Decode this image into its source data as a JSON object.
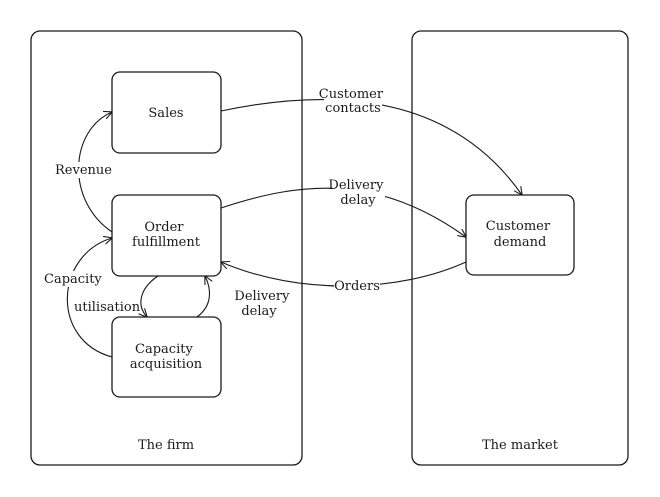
{
  "regions": {
    "firm": {
      "label": "The firm"
    },
    "market": {
      "label": "The market"
    }
  },
  "nodes": {
    "sales": {
      "lines": [
        "Sales"
      ]
    },
    "order_fulfillment": {
      "lines": [
        "Order",
        "fulfillment"
      ]
    },
    "capacity_acquisition": {
      "lines": [
        "Capacity",
        "acquisition"
      ]
    },
    "customer_demand": {
      "lines": [
        "Customer",
        "demand"
      ]
    }
  },
  "edges": {
    "customer_contacts": {
      "lines": [
        "Customer",
        "contacts"
      ]
    },
    "delivery_delay_market": {
      "lines": [
        "Delivery",
        "delay"
      ]
    },
    "orders": {
      "lines": [
        "Orders"
      ]
    },
    "revenue": {
      "lines": [
        "Revenue"
      ]
    },
    "capacity": {
      "lines": [
        "Capacity"
      ]
    },
    "utilisation": {
      "lines": [
        "utilisation"
      ]
    },
    "delivery_delay_internal": {
      "lines": [
        "Delivery",
        "delay"
      ]
    }
  }
}
